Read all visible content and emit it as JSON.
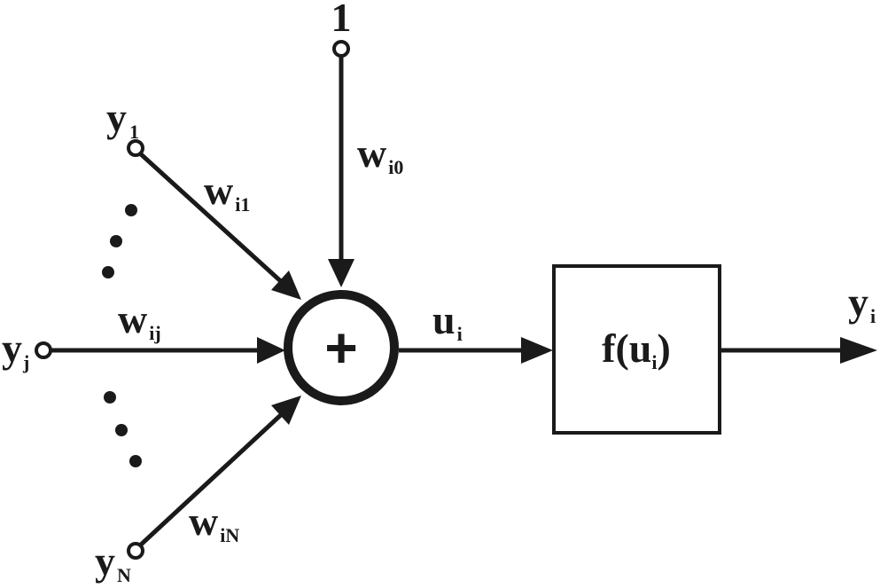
{
  "labels": {
    "bias_input": "1",
    "y1_base": "y",
    "y1_sub": "1",
    "yj_base": "y",
    "yj_sub": "j",
    "yN_base": "y",
    "yN_sub": "N",
    "wi0_base": "w",
    "wi0_sub": "i0",
    "wi1_base": "w",
    "wi1_sub": "i1",
    "wij_base": "w",
    "wij_sub": "ij",
    "wiN_base": "w",
    "wiN_sub": "iN",
    "ui_base": "u",
    "ui_sub": "i",
    "yi_base": "y",
    "yi_sub": "i",
    "sum_symbol": "+",
    "func_prefix": "f(u",
    "func_sub": "i",
    "func_suffix": ")"
  },
  "colors": {
    "stroke": "#1a1a1a",
    "background": "#ffffff"
  }
}
